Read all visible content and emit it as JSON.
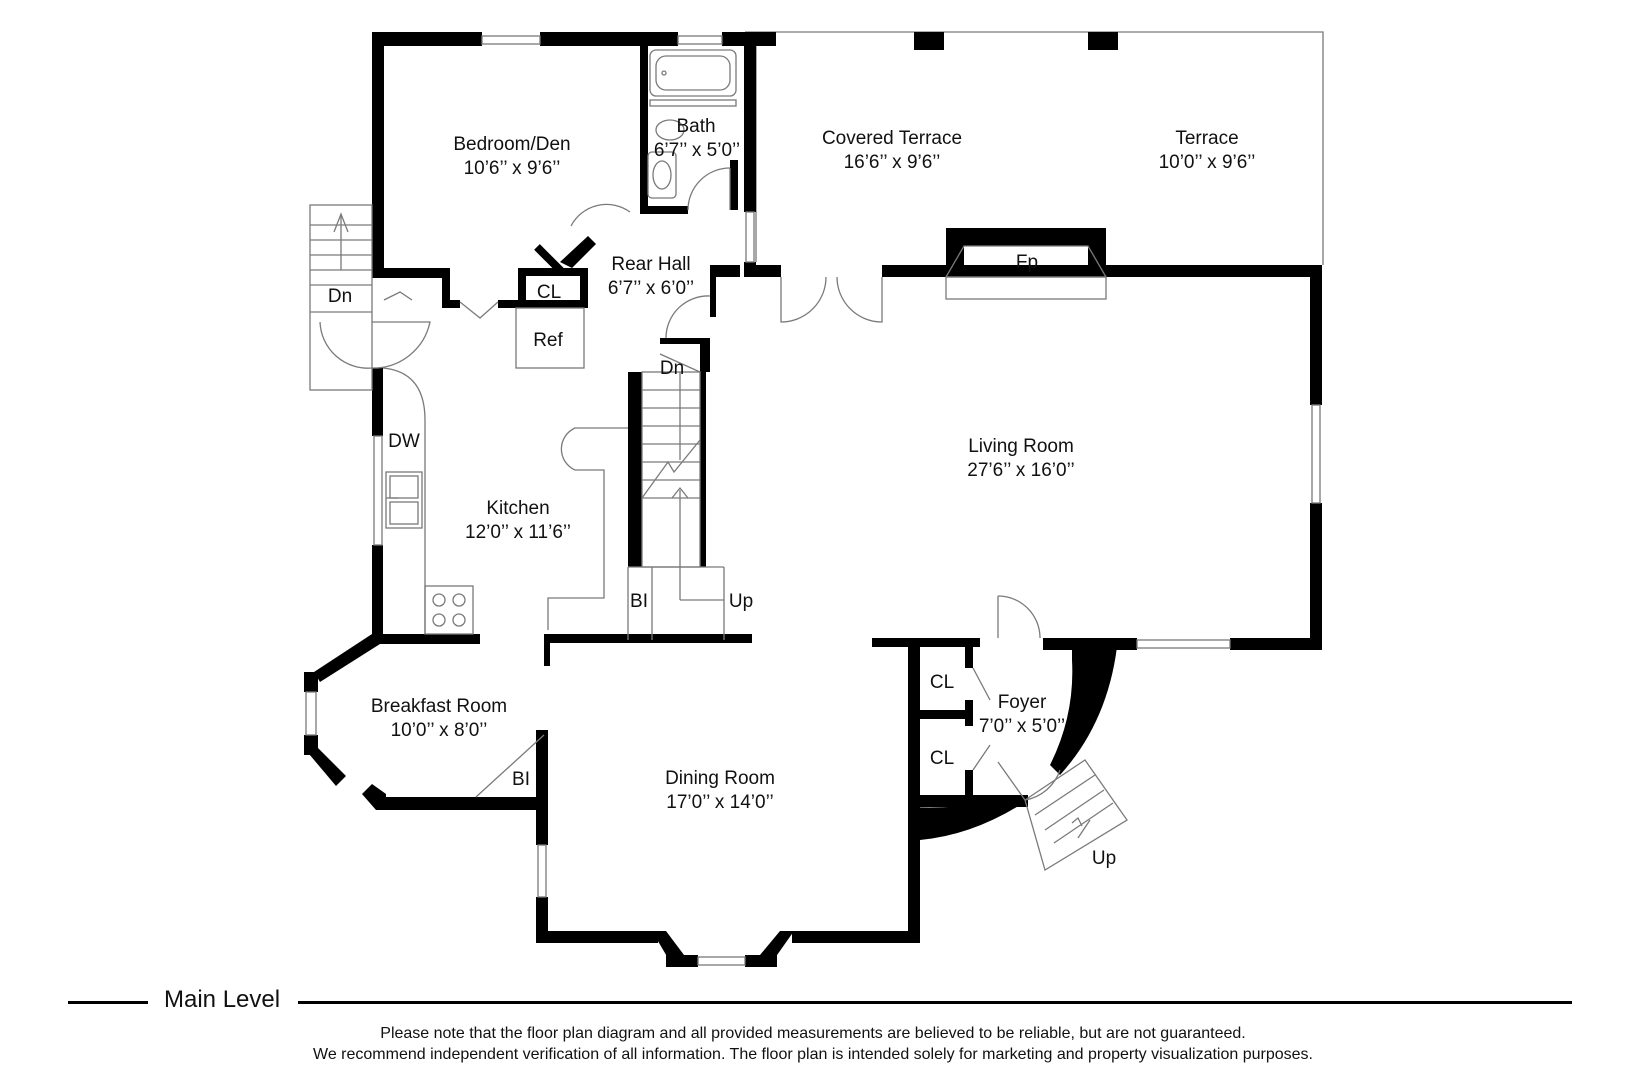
{
  "rooms": {
    "bedroom": {
      "name": "Bedroom/Den",
      "dims": "10’6’’ x 9’6’’"
    },
    "bath": {
      "name": "Bath",
      "dims": "6’7’’ x 5’0’’"
    },
    "covered_terrace": {
      "name": "Covered Terrace",
      "dims": "16’6’’ x 9’6’’"
    },
    "terrace": {
      "name": "Terrace",
      "dims": "10’0’’ x 9’6’’"
    },
    "rear_hall": {
      "name": "Rear Hall",
      "dims": "6’7’’ x 6’0’’"
    },
    "living_room": {
      "name": "Living Room",
      "dims": "27’6’’ x 16’0’’"
    },
    "kitchen": {
      "name": "Kitchen",
      "dims": "12’0’’ x 11’6’’"
    },
    "breakfast_room": {
      "name": "Breakfast Room",
      "dims": "10’0’’ x 8’0’’"
    },
    "dining_room": {
      "name": "Dining Room",
      "dims": "17’0’’ x 14’0’’"
    },
    "foyer": {
      "name": "Foyer",
      "dims": "7’0’’ x 5’0’’"
    }
  },
  "fixtures": {
    "fp": "Fp",
    "cl": "CL",
    "ref": "Ref",
    "dw": "DW",
    "bi": "BI",
    "dn": "Dn",
    "up": "Up"
  },
  "footer": {
    "level_title": "Main Level",
    "disclaimer_line1": "Please note that the floor plan diagram and all provided measurements are believed to be reliable, but are not guaranteed.",
    "disclaimer_line2": "We recommend independent verification of all information. The floor plan is intended solely for marketing and property visualization purposes."
  }
}
